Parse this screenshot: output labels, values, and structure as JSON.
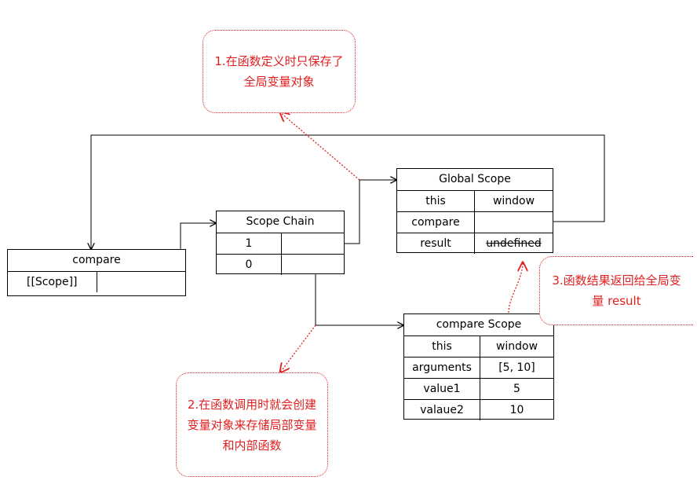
{
  "colors": {
    "line": "#000000",
    "note": "#e02020"
  },
  "compare": {
    "title": "compare",
    "rows": [
      {
        "label": "[[Scope]]"
      }
    ]
  },
  "scope_chain": {
    "title": "Scope Chain",
    "rows": [
      {
        "label": "1"
      },
      {
        "label": "0"
      }
    ]
  },
  "global_scope": {
    "title": "Global Scope",
    "rows": [
      {
        "name": "this",
        "value": "window"
      },
      {
        "name": "compare",
        "value": ""
      },
      {
        "name": "result",
        "value": "undefined"
      }
    ]
  },
  "compare_scope": {
    "title": "compare Scope",
    "rows": [
      {
        "name": "this",
        "value": "window"
      },
      {
        "name": "arguments",
        "value": "[5, 10]"
      },
      {
        "name": "value1",
        "value": "5"
      },
      {
        "name": "valaue2",
        "value": "10"
      }
    ]
  },
  "notes": {
    "note1": "1.在函数定义时只保存了全局变量对象",
    "note2": "2.在函数调用时就会创建变量对象来存储局部变量和内部函数",
    "note3": "3.函数结果返回给全局变量 result"
  }
}
